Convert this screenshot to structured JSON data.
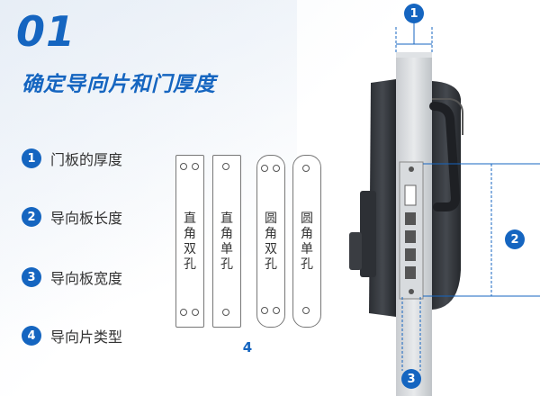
{
  "step_number": "01",
  "title": "确定导向片和门厚度",
  "legend": [
    {
      "num": "1",
      "label": "门板的厚度"
    },
    {
      "num": "2",
      "label": "导向板长度"
    },
    {
      "num": "3",
      "label": "导向板宽度"
    },
    {
      "num": "4",
      "label": "导向片类型"
    }
  ],
  "plates": [
    {
      "chars": [
        "直",
        "角",
        "双",
        "孔"
      ],
      "shape": "rect"
    },
    {
      "chars": [
        "直",
        "角",
        "单",
        "孔"
      ],
      "shape": "rect"
    },
    {
      "chars": [
        "圆",
        "角",
        "双",
        "孔"
      ],
      "shape": "round"
    },
    {
      "chars": [
        "圆",
        "角",
        "单",
        "孔"
      ],
      "shape": "round"
    }
  ],
  "markers": {
    "m1": "1",
    "m2": "2",
    "m3": "3",
    "m4": "4"
  },
  "colors": {
    "accent": "#1565c0",
    "text": "#333333"
  }
}
